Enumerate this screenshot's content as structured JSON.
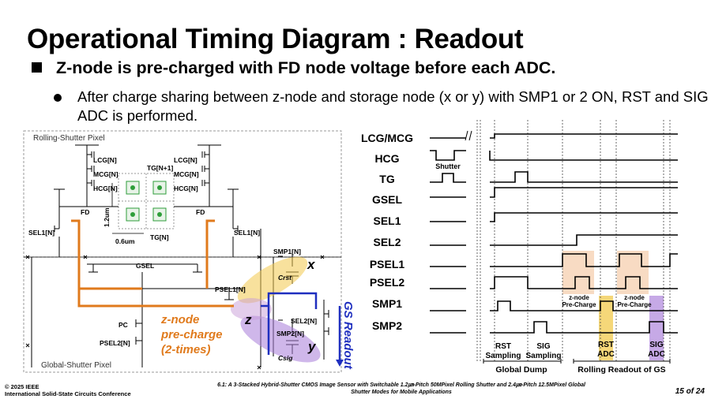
{
  "title": "Operational Timing Diagram : Readout",
  "bullet_main": "Z-node is pre-charged with FD node voltage before each ADC.",
  "bullet_sub": "After charge sharing between z-node and storage node (x or y) with SMP1 or 2 ON, RST and SIG ADC is performed.",
  "circuit": {
    "rs_pixel_label": "Rolling-Shutter Pixel",
    "gs_pixel_label": "Global-Shutter Pixel",
    "lcg_l": "LCG[N]",
    "mcg_l": "MCG[N]",
    "hcg_l": "HCG[N]",
    "lcg_r": "LCG[N]",
    "mcg_r": "MCG[N]",
    "hcg_r": "HCG[N]",
    "tg_top": "TG[N+1]",
    "tg_bottom": "TG[N]",
    "dim_v": "1.2um",
    "dim_h": "0.6um",
    "fd_l": "FD",
    "fd_r": "FD",
    "sel_l": "SEL1[N]",
    "sel_r": "SEL1[N]",
    "gsel": "GSEL",
    "pc": "PC",
    "psel2": "PSEL2[N]",
    "psel1": "PSEL1[N]",
    "smp1": "SMP1[N]",
    "smp2": "SMP2[N]",
    "sel2": "SEL2[N]",
    "crst": "Crst",
    "csig": "Csig",
    "node_x": "x",
    "node_y": "y",
    "node_z": "z",
    "zn_line1": "z-node",
    "zn_line2": "pre-charge",
    "zn_line3": "(2-times)",
    "gs_readout": "GS Readout"
  },
  "timing": {
    "signals": [
      "LCG/MCG",
      "HCG",
      "TG",
      "GSEL",
      "SEL1",
      "SEL2",
      "PSEL1",
      "PSEL2",
      "SMP1",
      "SMP2"
    ],
    "shutter": "Shutter",
    "precharge_1a": "z-node",
    "precharge_1b": "Pre-Charge",
    "precharge_2a": "z-node",
    "precharge_2b": "Pre-Charge",
    "rst_sampling_a": "RST",
    "rst_sampling_b": "Sampling",
    "sig_sampling_a": "SIG",
    "sig_sampling_b": "Sampling",
    "rst_adc_a": "RST",
    "rst_adc_b": "ADC",
    "sig_adc_a": "SIG",
    "sig_adc_b": "ADC",
    "global_dump": "Global Dump",
    "rolling_readout": "Rolling Readout of GS"
  },
  "colors": {
    "orange": "#e07a1c",
    "blue": "#1f2fbf",
    "yellow": "#f2c94c",
    "purple": "#a77bd9",
    "peach": "#f4c7a3",
    "green": "#2e9e3a"
  },
  "footer": {
    "ieee": "© 2025 IEEE",
    "conf": "International Solid-State Circuits Conference",
    "paper_line1": "6.1: A 3-Stacked Hybrid-Shutter CMOS Image Sensor with Switchable 1.2㎛-Pitch 50MPixel Rolling Shutter and 2.4㎛-Pitch 12.5MPixel Global",
    "paper_line2": "Shutter Modes for Mobile Applications",
    "page": "15 of 24"
  }
}
